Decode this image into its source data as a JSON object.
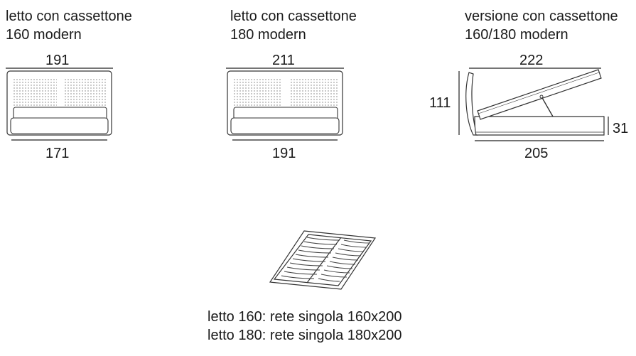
{
  "panels": [
    {
      "title_line1": "letto con cassettone",
      "title_line2": "160 modern",
      "dim_top": "191",
      "dim_bottom": "171"
    },
    {
      "title_line1": "letto con cassettone",
      "title_line2": "180 modern",
      "dim_top": "211",
      "dim_bottom": "191"
    },
    {
      "title_line1": "versione con cassettone",
      "title_line2": "160/180 modern",
      "dim_top": "222",
      "dim_left": "111",
      "dim_right": "31",
      "dim_bottom": "205"
    }
  ],
  "slat_caption": {
    "line1": "letto 160: rete singola 160x200",
    "line2": "letto 180: rete singola 180x200"
  }
}
